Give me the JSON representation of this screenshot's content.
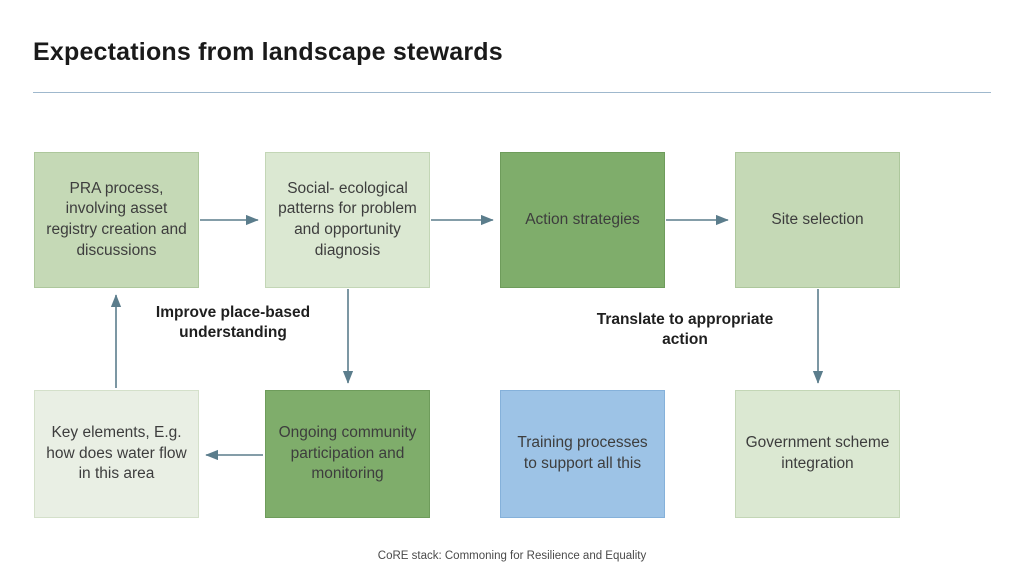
{
  "slide": {
    "title": "Expectations from landscape stewards",
    "footer": "CoRE stack: Commoning for Resilience and Equality"
  },
  "nodes": {
    "pra": "PRA process, involving asset registry creation and discussions",
    "social": "Social- ecological patterns for problem and opportunity diagnosis",
    "action": "Action strategies",
    "site": "Site selection",
    "key": "Key elements, E.g. how does water flow in this area",
    "ongoing": "Ongoing community participation and monitoring",
    "training": "Training processes to support all this",
    "government": "Government scheme integration"
  },
  "labels": {
    "improve": "Improve place-based understanding",
    "translate": "Translate to appropriate action"
  },
  "colors": {
    "green_dark": "#7fad6b",
    "green_mid": "#c5d9b6",
    "green_light": "#dbe8d2",
    "green_pale": "#e9efe4",
    "blue": "#9dc3e6",
    "arrow": "#5b7d8c",
    "rule": "#9fb8cd"
  }
}
